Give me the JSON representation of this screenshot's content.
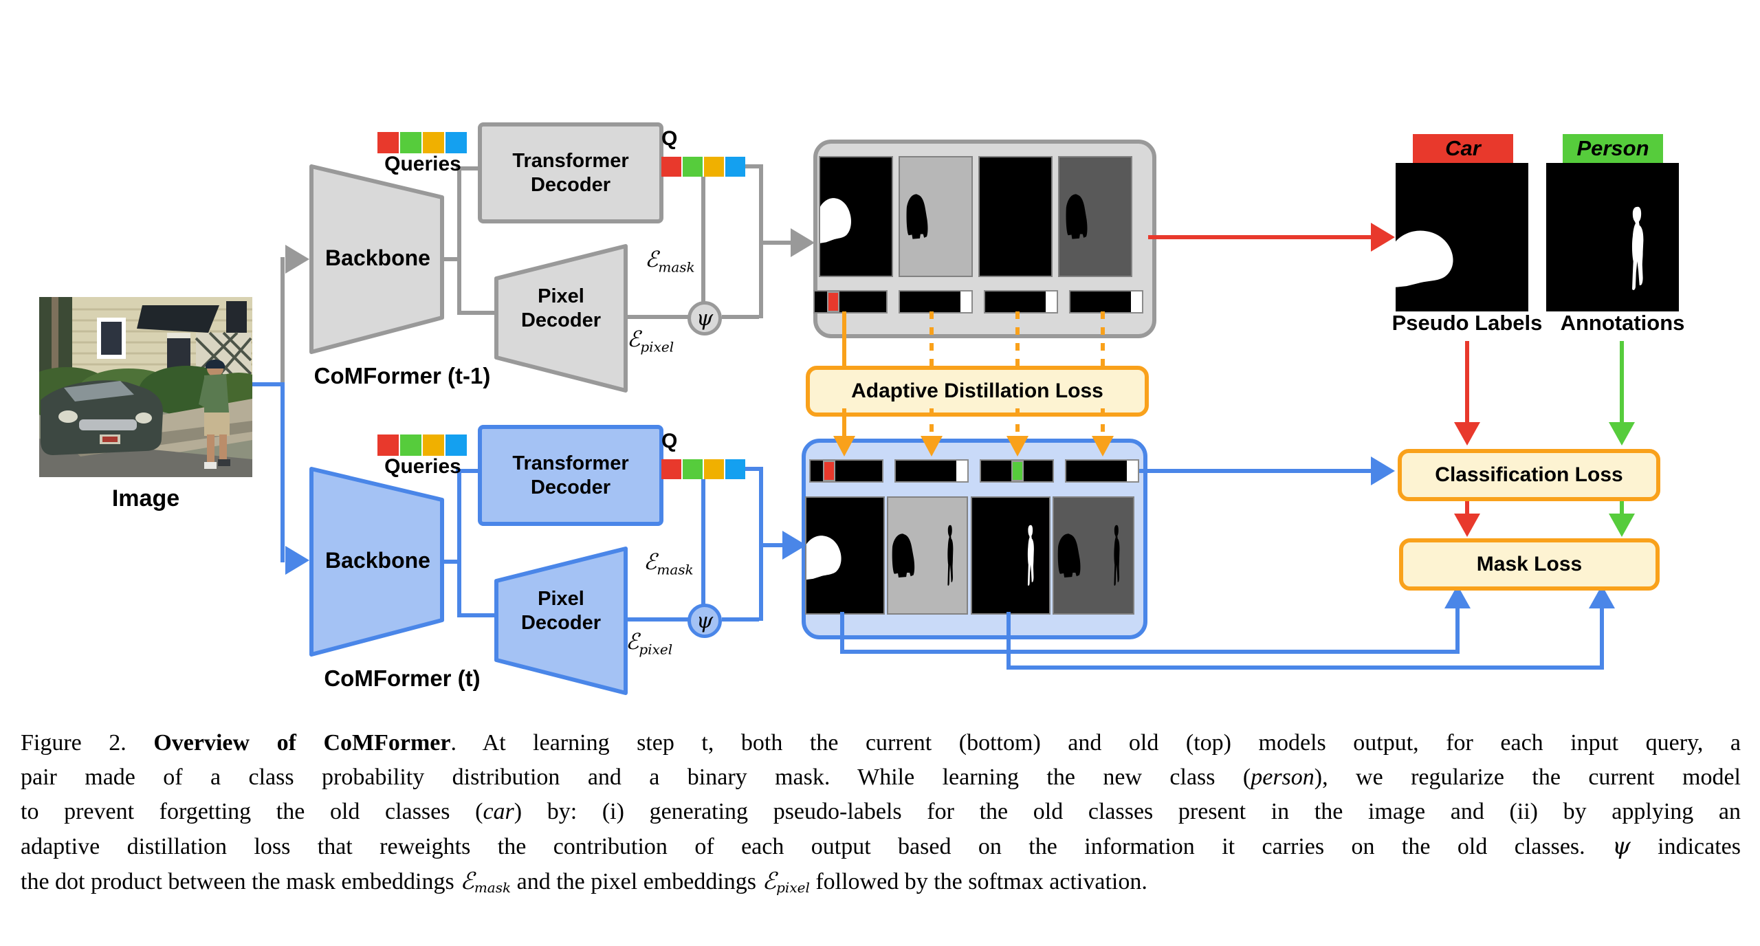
{
  "colors": {
    "gray-border": "#999999",
    "gray-fill": "#d9d9d9",
    "blue-border": "#4a86e8",
    "blue-fill": "#a4c2f4",
    "blue-panel": "#c9daf8",
    "orange": "#f9a11b",
    "cream": "#fdf3d2",
    "red": "#e8392c",
    "green": "#56cc3c",
    "yellow": "#f0b000",
    "sky": "#14a0f0",
    "mask-light": "#b7b7b7",
    "mask-dark": "#595959"
  },
  "labels": {
    "image": "Image",
    "queries": "Queries",
    "q": "Q",
    "backbone": "Backbone",
    "transformer_line1": "Transformer",
    "transformer_line2": "Decoder",
    "pixel_line1": "Pixel",
    "pixel_line2": "Decoder",
    "psi": "ψ",
    "e": "ℰ",
    "mask_sub": "mask",
    "pixel_sub": "pixel",
    "model_old": "CoMFormer (t-1)",
    "model_new": "CoMFormer (t)",
    "adaptive_distillation": "Adaptive Distillation Loss",
    "classification_loss": "Classification Loss",
    "mask_loss": "Mask Loss",
    "pseudo_labels": "Pseudo Labels",
    "annotations": "Annotations",
    "car": "Car",
    "person": "Person"
  },
  "old_model_outputs": {
    "masks": [
      "white car on black",
      "black car on light gray",
      "all black",
      "black car on dark gray"
    ],
    "bars": [
      "red class bin near left",
      "white no-object bin at right",
      "white no-object bin at right",
      "white no-object bin at right"
    ]
  },
  "new_model_outputs": {
    "masks": [
      "white car on black",
      "black car and person on light gray",
      "white person on black",
      "black car and person on dark gray"
    ],
    "bars": [
      "red class bin near left",
      "white no-object bin at right",
      "green class bin at middle",
      "white no-object bin at right"
    ]
  },
  "caption": {
    "lines": [
      [
        {
          "s": "r",
          "t": "Figure 2.  "
        },
        {
          "s": "b",
          "t": "Overview of CoMFormer"
        },
        {
          "s": "r",
          "t": ".  At learning step t, both the current (bottom) and old (top) models output, for each input query, a"
        }
      ],
      [
        {
          "s": "r",
          "t": "pair made of a class probability distribution and a binary mask.  While learning the new class ("
        },
        {
          "s": "i",
          "t": "person"
        },
        {
          "s": "r",
          "t": "), we regularize the current model"
        }
      ],
      [
        {
          "s": "r",
          "t": "to prevent forgetting the old classes ("
        },
        {
          "s": "i",
          "t": "car"
        },
        {
          "s": "r",
          "t": ") by: (i) generating pseudo-labels for the old classes present in the image and (ii) by applying an"
        }
      ],
      [
        {
          "s": "r",
          "t": "adaptive distillation loss that reweights the contribution of each output based on the information it carries on the old classes.  "
        },
        {
          "s": "m",
          "t": "ψ"
        },
        {
          "s": "r",
          "t": " indicates"
        }
      ],
      [
        {
          "s": "r",
          "t": "the dot product between the mask embeddings "
        },
        {
          "s": "m",
          "t": "ℰ"
        },
        {
          "s": "ms",
          "t": "mask"
        },
        {
          "s": "r",
          "t": " and the pixel embeddings "
        },
        {
          "s": "m",
          "t": "ℰ"
        },
        {
          "s": "ms",
          "t": "pixel"
        },
        {
          "s": "r",
          "t": " followed by the softmax activation."
        }
      ]
    ]
  }
}
